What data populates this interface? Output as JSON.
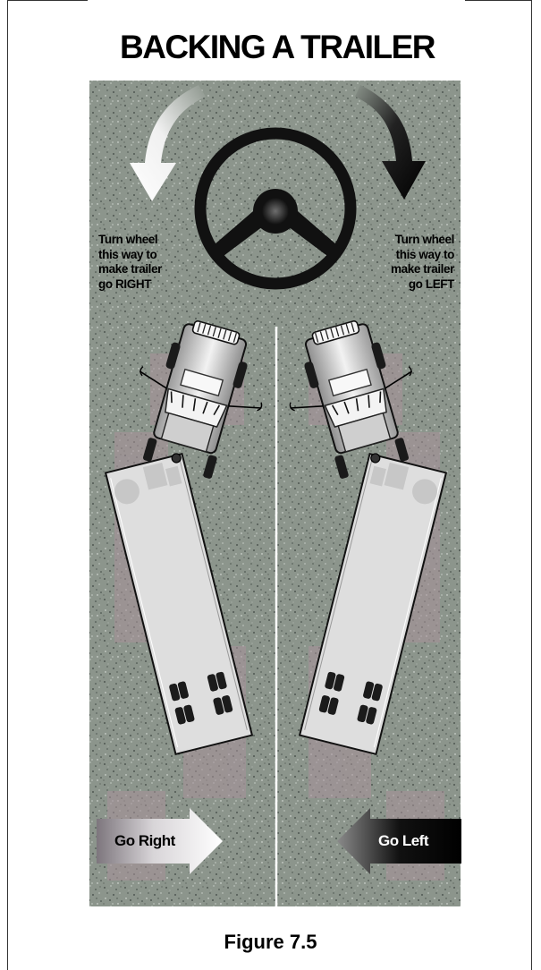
{
  "title": "BACKING A TRAILER",
  "figure_caption": "Figure 7.5",
  "note_left": [
    "Turn wheel",
    "this way to",
    "make trailer",
    "go RIGHT"
  ],
  "note_right": [
    "Turn wheel",
    "this way to",
    "make trailer",
    "go LEFT"
  ],
  "arrow_right_label": "Go Right",
  "arrow_left_label": "Go Left",
  "colors": {
    "ground": "#8c958c",
    "speckle": "#3c4540",
    "pink_shadow": "#a8929a",
    "truck_light": "#e4e4e4",
    "dark": "#111111"
  }
}
